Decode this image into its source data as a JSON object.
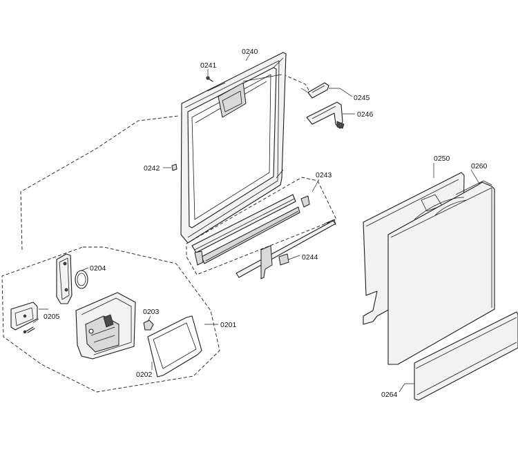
{
  "callouts": {
    "c0240": "0240",
    "c0241": "0241",
    "c0242": "0242",
    "c0243": "0243",
    "c0244": "0244",
    "c0245": "0245",
    "c0246": "0246",
    "c0250": "0250",
    "c0260": "0260",
    "c0264": "0264",
    "c0201": "0201",
    "c0202": "0202",
    "c0203": "0203",
    "c0204": "0204",
    "c0205": "0205"
  }
}
